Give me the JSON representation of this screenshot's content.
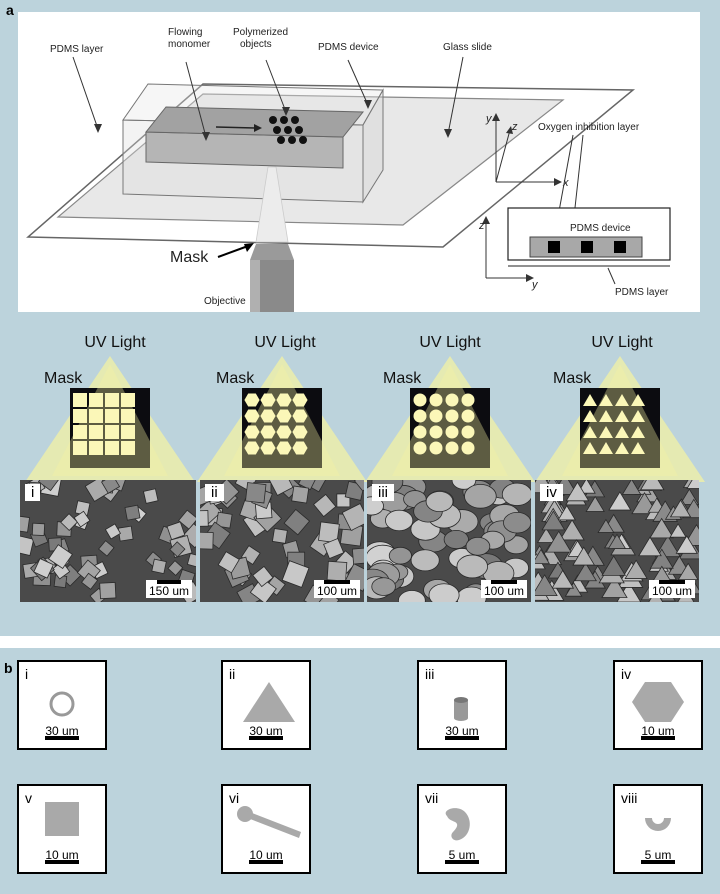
{
  "panel_a": {
    "letter": "a",
    "schematic": {
      "pdms_layer": "PDMS layer",
      "flowing_monomer": [
        "Flowing",
        "monomer"
      ],
      "polymerized_objects": [
        "Polymerized",
        "objects"
      ],
      "pdms_device": "PDMS device",
      "glass_slide": "Glass slide",
      "mask": "Mask",
      "objective": "Objective",
      "oxygen_inhibition_layer": "Oxygen inhibition layer",
      "inset_pdms_device": "PDMS device",
      "inset_pdms_layer": "PDMS layer",
      "axes": {
        "x": "x",
        "y": "y",
        "z": "z"
      }
    },
    "uv_light": "UV Light",
    "mask": "Mask",
    "sem_panels": [
      {
        "numeral": "i",
        "scale": "150 um",
        "mask_shape": "square"
      },
      {
        "numeral": "ii",
        "scale": "100 um",
        "mask_shape": "hexagon"
      },
      {
        "numeral": "iii",
        "scale": "100 um",
        "mask_shape": "circle"
      },
      {
        "numeral": "iv",
        "scale": "100 um",
        "mask_shape": "triangle"
      }
    ]
  },
  "panel_b": {
    "letter": "b",
    "shapes": [
      {
        "numeral": "i",
        "scale": "30 um",
        "shape": "ring"
      },
      {
        "numeral": "ii",
        "scale": "30 um",
        "shape": "triangle"
      },
      {
        "numeral": "iii",
        "scale": "30 um",
        "shape": "cylinder"
      },
      {
        "numeral": "iv",
        "scale": "10 um",
        "shape": "hexagon"
      },
      {
        "numeral": "v",
        "scale": "10 um",
        "shape": "square"
      },
      {
        "numeral": "vi",
        "scale": "10 um",
        "shape": "lollipop"
      },
      {
        "numeral": "vii",
        "scale": "5 um",
        "shape": "comma"
      },
      {
        "numeral": "viii",
        "scale": "5 um",
        "shape": "arc"
      }
    ]
  },
  "colors": {
    "panel_background": "#bcd3dc",
    "uv_beam": "#f6f4a0",
    "mask_open": "#fbf7b8",
    "particle_gray": "#a9a9a9"
  }
}
